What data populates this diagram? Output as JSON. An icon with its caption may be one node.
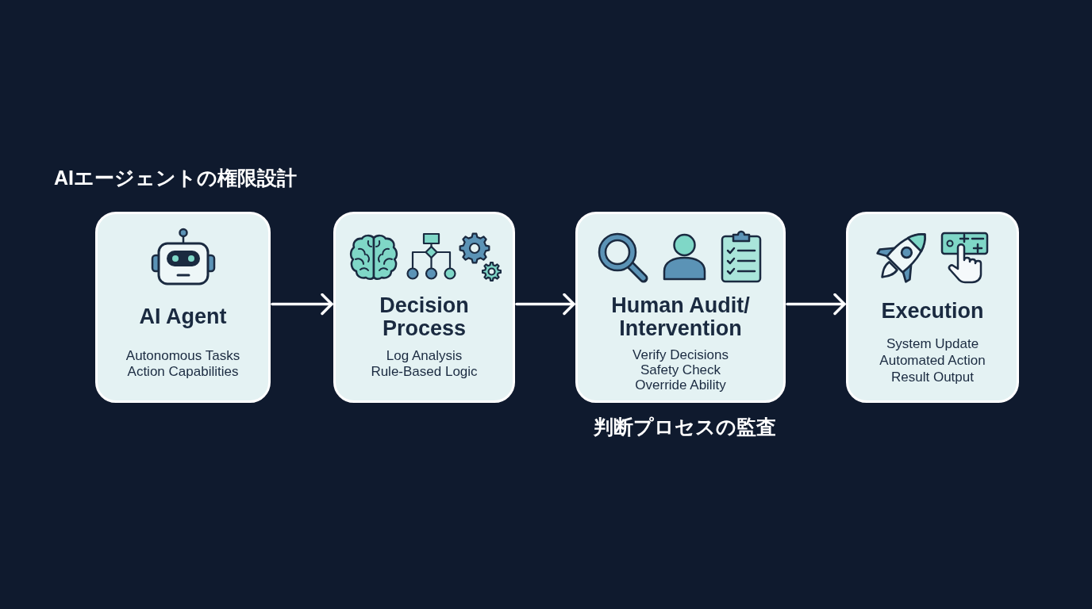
{
  "diagram": {
    "title": "AIエージェントの権限設計",
    "nodes": [
      {
        "text": [
          "AI Agent",
          "Autonomous Tasks",
          "Action Capabilities"
        ]
      },
      {
        "text": [
          "Decision Process",
          "Log Analysis",
          "Rule-Based Logic"
        ]
      },
      {
        "text": [
          "Human Audit/ Intervention",
          "Verify Decisions",
          "Safety Check",
          "Override Ability"
        ],
        "beside": [
          "判断プロセスの監査"
        ]
      },
      {
        "text": [
          "Execution",
          "System Update",
          "Automated Action",
          "Result Output"
        ]
      }
    ],
    "edges": [
      {
        "from": 0,
        "to": 1,
        "arrow": "to"
      },
      {
        "from": 1,
        "to": 2,
        "arrow": "to"
      },
      {
        "from": 2,
        "to": 3,
        "arrow": "to"
      }
    ]
  }
}
